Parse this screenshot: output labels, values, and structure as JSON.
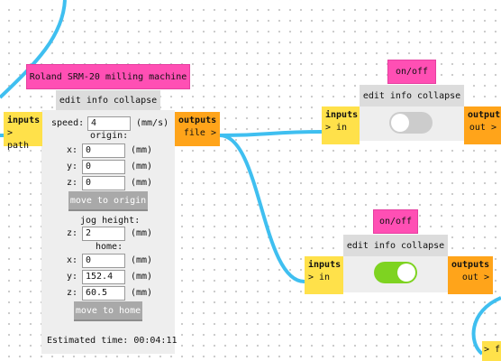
{
  "machine": {
    "title": "Roland SRM-20 milling machine",
    "menu": "edit info collapse",
    "inputs_title": "inputs",
    "inputs_port": "> path",
    "outputs_title": "outputs",
    "outputs_port": "file >",
    "speed": {
      "label": "speed:",
      "value": "4",
      "unit": "(mm/s)"
    },
    "origin": {
      "label": "origin:",
      "x": {
        "label": "x:",
        "value": "0",
        "unit": "(mm)"
      },
      "y": {
        "label": "y:",
        "value": "0",
        "unit": "(mm)"
      },
      "z": {
        "label": "z:",
        "value": "0",
        "unit": "(mm)"
      },
      "button": "move to origin"
    },
    "jog": {
      "label": "jog height:",
      "z": {
        "label": "z:",
        "value": "2",
        "unit": "(mm)"
      }
    },
    "home": {
      "label": "home:",
      "x": {
        "label": "x:",
        "value": "0",
        "unit": "(mm)"
      },
      "y": {
        "label": "y:",
        "value": "152.4",
        "unit": "(mm)"
      },
      "z": {
        "label": "z:",
        "value": "60.5",
        "unit": "(mm)"
      },
      "button": "move to home"
    },
    "estimated": "Estimated time: 00:04:11"
  },
  "onoff_top": {
    "title": "on/off",
    "menu": "edit info collapse",
    "inputs_title": "inputs",
    "inputs_port": "> in",
    "outputs_title": "outputs",
    "outputs_port": "out >",
    "state": "off"
  },
  "onoff_bottom": {
    "title": "on/off",
    "menu": "edit info collapse",
    "inputs_title": "inputs",
    "inputs_port": "> in",
    "outputs_title": "outputs",
    "outputs_port": "out >",
    "state": "on"
  },
  "partial_right": {
    "port": "> f"
  },
  "colors": {
    "wire": "#3fbff0",
    "title_pink": "#ff4fb4",
    "inputs_yellow": "#ffe14a",
    "outputs_orange": "#ffa41a",
    "toggle_on": "#7ed321",
    "toggle_off": "#cccccc"
  }
}
